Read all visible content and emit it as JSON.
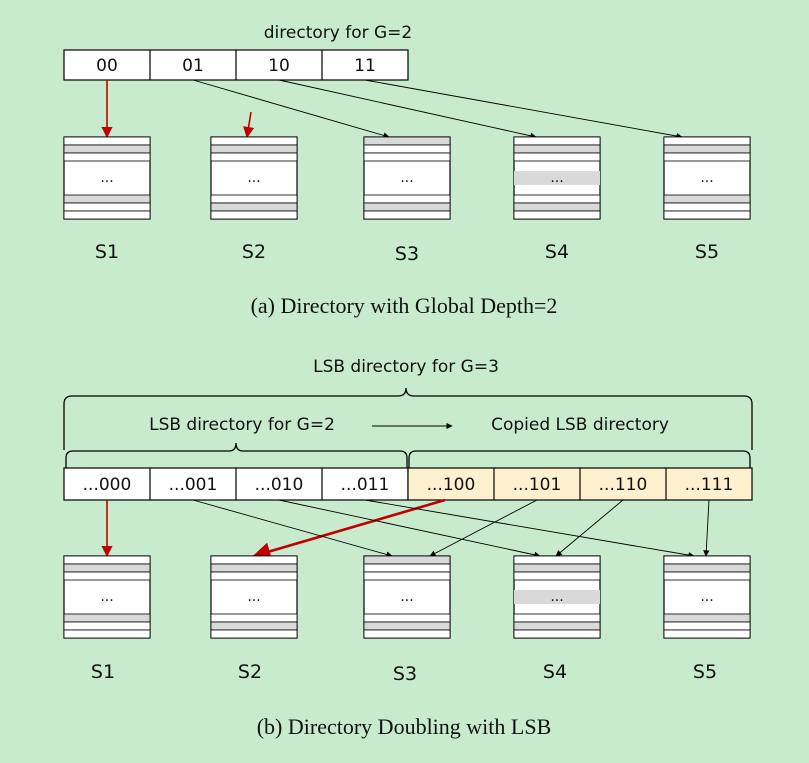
{
  "part_a": {
    "directory_title": "directory for G=2",
    "directory_cells": [
      "00",
      "01",
      "10",
      "11"
    ],
    "buckets": [
      "S1",
      "S2",
      "S3",
      "S4",
      "S5"
    ],
    "bucket_ellipsis": "...",
    "caption": "(a)  Directory with Global Depth=2"
  },
  "part_b": {
    "outer_title": "LSB directory for G=3",
    "left_title": "LSB directory for G=2",
    "right_title": "Copied LSB directory",
    "directory_cells": [
      "...000",
      "...001",
      "...010",
      "...011",
      "...100",
      "...101",
      "...110",
      "...111"
    ],
    "buckets": [
      "S1",
      "S2",
      "S3",
      "S4",
      "S5"
    ],
    "bucket_ellipsis": "...",
    "caption": "(b)  Directory Doubling with LSB"
  },
  "colors": {
    "background": "#c8ebcd",
    "cell_fill": "#ffffff",
    "copied_cell_fill": "#fdf0cf",
    "stripe_fill": "#d9d9d9",
    "pointer_red": "#c00000",
    "pointer_black": "#000000"
  }
}
